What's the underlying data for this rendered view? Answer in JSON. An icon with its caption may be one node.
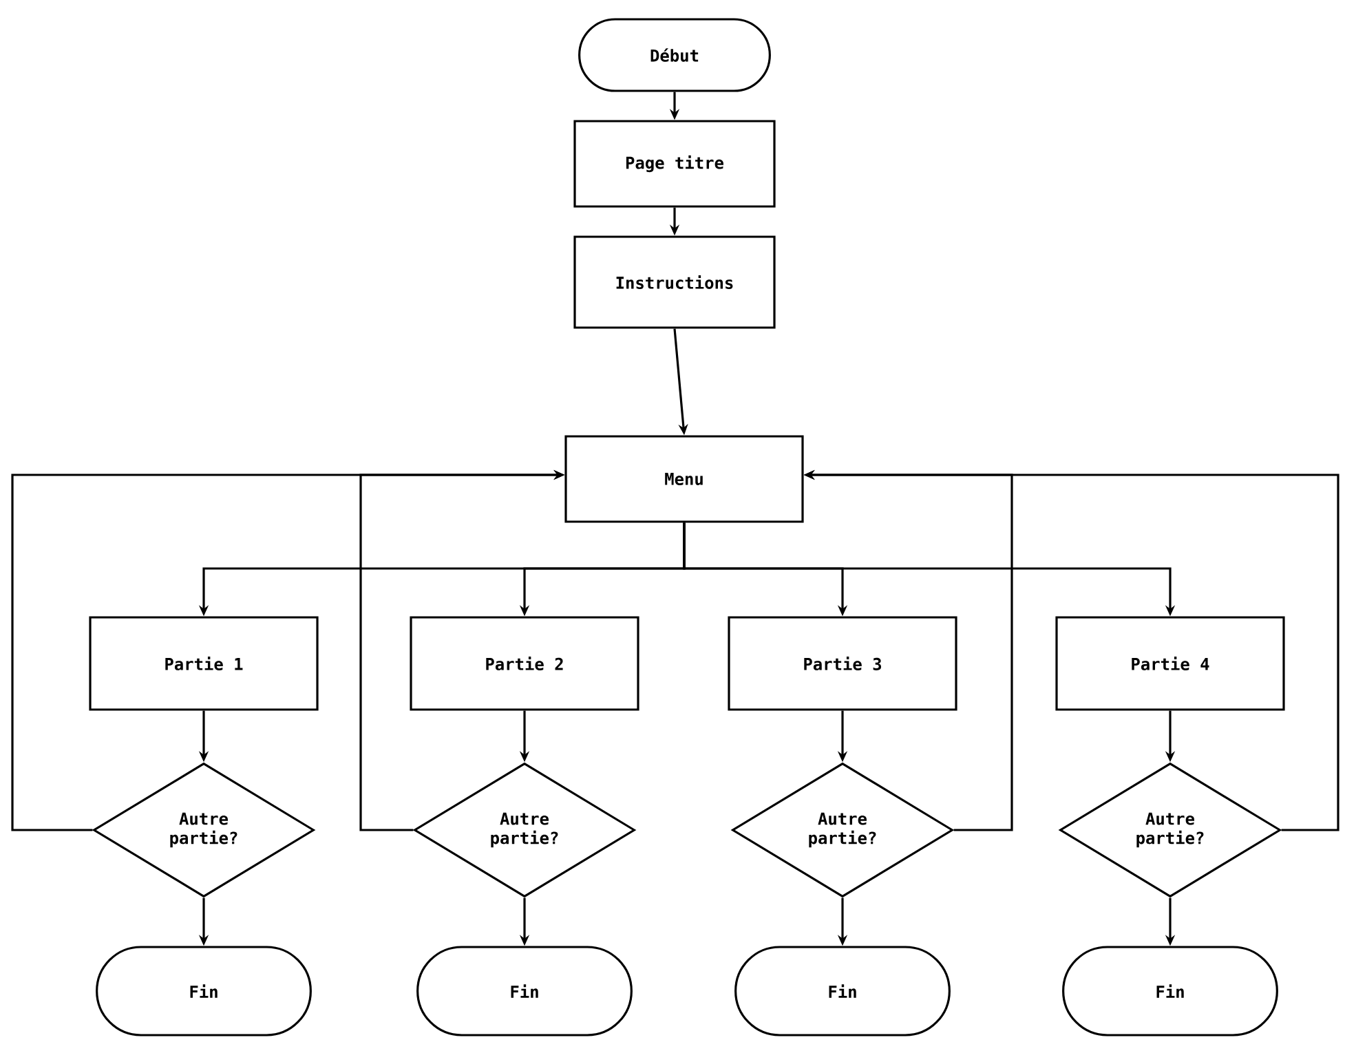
{
  "diagram": {
    "nodes": [
      {
        "text": [
          "Début"
        ]
      },
      {
        "text": [
          "Page titre"
        ]
      },
      {
        "text": [
          "Instructions"
        ]
      },
      {
        "text": [
          "Menu"
        ]
      },
      {
        "text": [
          "Partie 1"
        ]
      },
      {
        "text": [
          "Partie 2"
        ]
      },
      {
        "text": [
          "Partie 3"
        ]
      },
      {
        "text": [
          "Partie 4"
        ]
      },
      {
        "text": [
          "Autre partie?"
        ]
      },
      {
        "text": [
          "Autre partie?"
        ]
      },
      {
        "text": [
          "Autre partie?"
        ]
      },
      {
        "text": [
          "Autre partie?"
        ]
      },
      {
        "text": [
          "Fin"
        ]
      },
      {
        "text": [
          "Fin"
        ]
      },
      {
        "text": [
          "Fin"
        ]
      },
      {
        "text": [
          "Fin"
        ]
      }
    ],
    "edges": [
      {
        "from": 0,
        "to": 1,
        "arrow": "to"
      },
      {
        "from": 1,
        "to": 2,
        "arrow": "to"
      },
      {
        "from": 2,
        "to": 3,
        "arrow": "to"
      },
      {
        "from": 3,
        "to": 4,
        "arrow": "to"
      },
      {
        "from": 3,
        "to": 5,
        "arrow": "to"
      },
      {
        "from": 3,
        "to": 6,
        "arrow": "to"
      },
      {
        "from": 3,
        "to": 7,
        "arrow": "to"
      },
      {
        "from": 4,
        "to": 8,
        "arrow": "to"
      },
      {
        "from": 5,
        "to": 9,
        "arrow": "to"
      },
      {
        "from": 6,
        "to": 10,
        "arrow": "to"
      },
      {
        "from": 7,
        "to": 11,
        "arrow": "to"
      },
      {
        "from": 8,
        "to": 12,
        "arrow": "to"
      },
      {
        "from": 9,
        "to": 13,
        "arrow": "to"
      },
      {
        "from": 10,
        "to": 14,
        "arrow": "to"
      },
      {
        "from": 11,
        "to": 15,
        "arrow": "to"
      },
      {
        "from": 8,
        "to": 3,
        "arrow": "to"
      },
      {
        "from": 9,
        "to": 3,
        "arrow": "to"
      },
      {
        "from": 10,
        "to": 3,
        "arrow": "to"
      },
      {
        "from": 11,
        "to": 3,
        "arrow": "to"
      }
    ]
  }
}
